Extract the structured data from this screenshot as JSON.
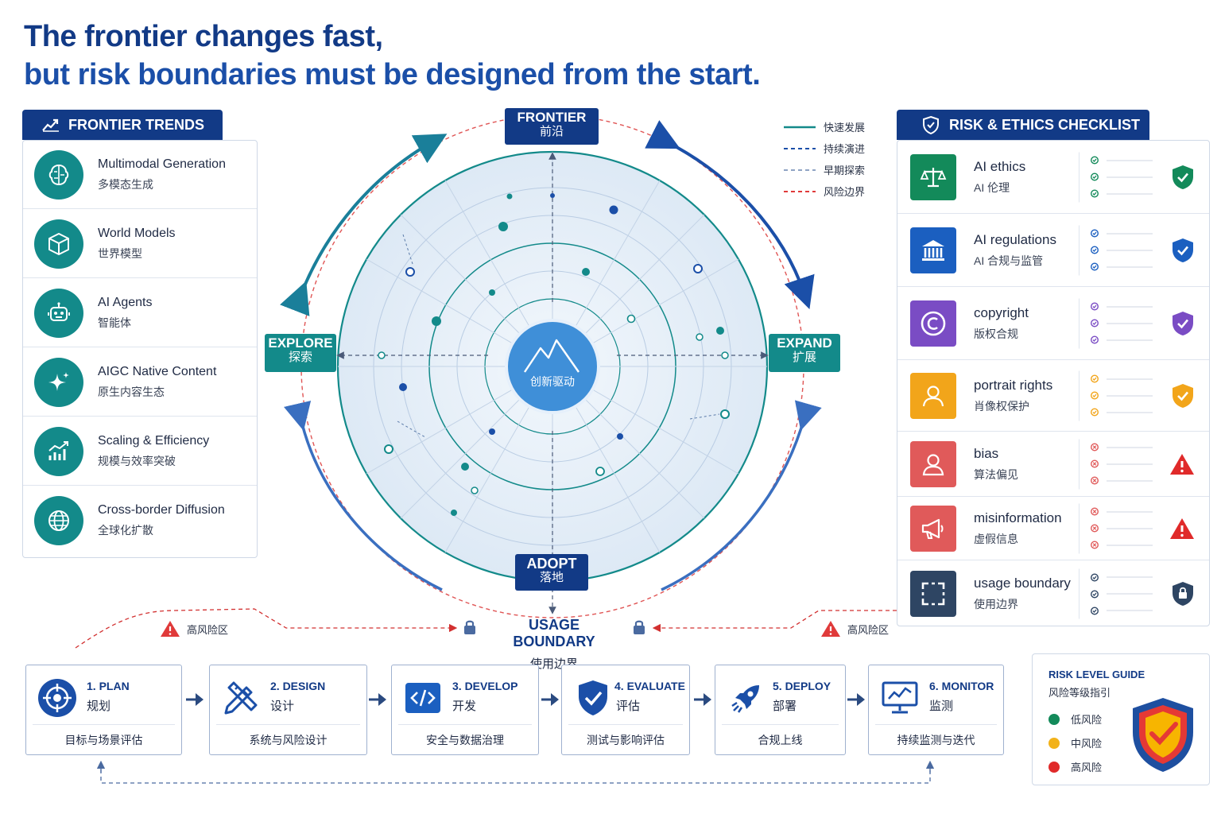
{
  "title": {
    "line1": "The frontier changes fast,",
    "line2": "but risk boundaries must be designed from the start."
  },
  "trends": {
    "header": "FRONTIER TRENDS",
    "items": [
      {
        "en": "Multimodal Generation",
        "cn": "多模态生成",
        "icon": "brain-icon"
      },
      {
        "en": "World Models",
        "cn": "世界模型",
        "icon": "cube-icon"
      },
      {
        "en": "AI Agents",
        "cn": "智能体",
        "icon": "robot-icon"
      },
      {
        "en": "AIGC Native Content",
        "cn": "原生内容生态",
        "icon": "sparkle-icon"
      },
      {
        "en": "Scaling & Efficiency",
        "cn": "规模与效率突破",
        "icon": "growth-chart-icon"
      },
      {
        "en": "Cross-border Diffusion",
        "cn": "全球化扩散",
        "icon": "globe-icon"
      }
    ]
  },
  "circle": {
    "center": "创新驱动",
    "frontier": {
      "en": "FRONTIER",
      "cn": "前沿"
    },
    "explore": {
      "en": "EXPLORE",
      "cn": "探索"
    },
    "expand": {
      "en": "EXPAND",
      "cn": "扩展"
    },
    "adopt": {
      "en": "ADOPT",
      "cn": "落地"
    }
  },
  "legend": [
    {
      "label": "快速发展",
      "color": "#138a8a",
      "style": "solid"
    },
    {
      "label": "持续演进",
      "color": "#1b4fa8",
      "style": "dashed"
    },
    {
      "label": "早期探索",
      "color": "#8fa3c4",
      "style": "dashed"
    },
    {
      "label": "风险边界",
      "color": "#e03a3a",
      "style": "dashed"
    }
  ],
  "checklist": {
    "header": "RISK & ETHICS CHECKLIST",
    "items": [
      {
        "en": "AI ethics",
        "cn": "AI 伦理",
        "color": "#138a5a",
        "icon": "scale-icon",
        "status": "check"
      },
      {
        "en": "AI regulations",
        "cn": "AI 合规与监管",
        "color": "#1b5fc0",
        "icon": "government-building-icon",
        "status": "check"
      },
      {
        "en": "copyright",
        "cn": "版权合规",
        "color": "#7a4cc4",
        "icon": "copyright-icon",
        "status": "check"
      },
      {
        "en": "portrait rights",
        "cn": "肖像权保护",
        "color": "#f2a51a",
        "icon": "person-icon",
        "status": "check"
      },
      {
        "en": "bias",
        "cn": "算法偏见",
        "color": "#e05a5a",
        "icon": "user-icon",
        "status": "warning"
      },
      {
        "en": "misinformation",
        "cn": "虚假信息",
        "color": "#e05a5a",
        "icon": "megaphone-icon",
        "status": "warning"
      },
      {
        "en": "usage boundary",
        "cn": "使用边界",
        "color": "#2e4563",
        "icon": "boundary-frame-icon",
        "status": "lock"
      }
    ]
  },
  "usage": {
    "en": "USAGE BOUNDARY",
    "cn": "使用边界",
    "warn_left": "高风险区",
    "warn_right": "高风险区"
  },
  "steps": [
    {
      "title": "1. PLAN",
      "sub": "规划",
      "desc": "目标与场景评估",
      "icon": "target-icon"
    },
    {
      "title": "2. DESIGN",
      "sub": "设计",
      "desc": "系统与风险设计",
      "icon": "pencil-ruler-icon"
    },
    {
      "title": "3. DEVELOP",
      "sub": "开发",
      "desc": "安全与数据治理",
      "icon": "code-icon"
    },
    {
      "title": "4. EVALUATE",
      "sub": "评估",
      "desc": "测试与影响评估",
      "icon": "shield-check-icon"
    },
    {
      "title": "5. DEPLOY",
      "sub": "部署",
      "desc": "合规上线",
      "icon": "rocket-icon"
    },
    {
      "title": "6. MONITOR",
      "sub": "监测",
      "desc": "持续监测与迭代",
      "icon": "monitor-icon"
    }
  ],
  "guide": {
    "title_en": "RISK LEVEL GUIDE",
    "title_cn": "风险等级指引",
    "levels": [
      {
        "label": "低风险",
        "color": "#138a5a"
      },
      {
        "label": "中风险",
        "color": "#f2b21a"
      },
      {
        "label": "高风险",
        "color": "#e02a2a"
      }
    ]
  }
}
